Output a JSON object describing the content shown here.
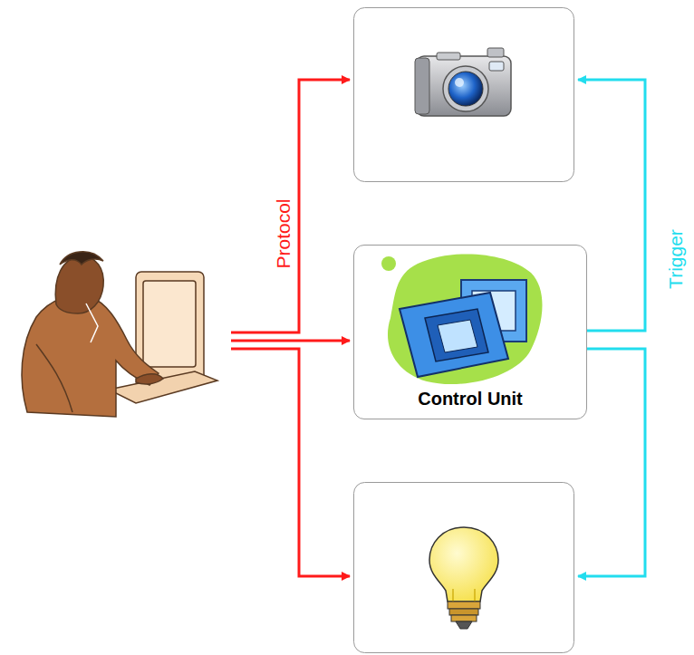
{
  "diagram": {
    "nodes": [
      {
        "text": [
          "Control Unit"
        ]
      }
    ],
    "labels": [
      "Protocol",
      "Trigger"
    ]
  }
}
